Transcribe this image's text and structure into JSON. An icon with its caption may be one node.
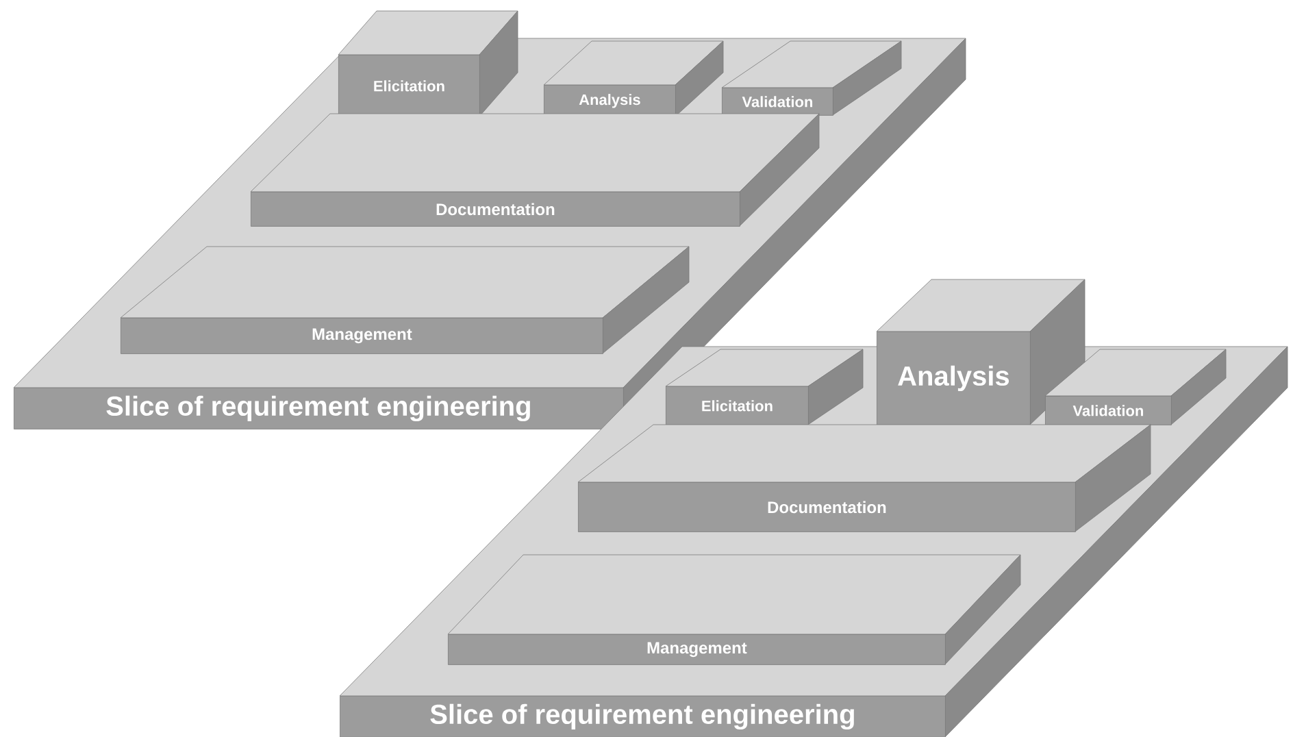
{
  "diagram": {
    "nodes": [
      {
        "text": [
          "Slice of requirement engineering"
        ]
      },
      {
        "text": [
          "Elicitation"
        ]
      },
      {
        "text": [
          "Analysis"
        ],
        "in": 0
      },
      {
        "text": [
          "Validation"
        ],
        "in": 0
      },
      {
        "text": [
          "Documentation"
        ],
        "in": 0
      },
      {
        "text": [
          "Management"
        ],
        "in": 0
      },
      {
        "text": [
          "Slice of requirement engineering"
        ]
      },
      {
        "text": [
          "Elicitation"
        ],
        "in": 6
      },
      {
        "text": [
          "Analysis"
        ]
      },
      {
        "text": [
          "Validation"
        ],
        "in": 6
      },
      {
        "text": [
          "Documentation"
        ],
        "in": 6
      },
      {
        "text": [
          "Management"
        ],
        "in": 6
      }
    ]
  }
}
